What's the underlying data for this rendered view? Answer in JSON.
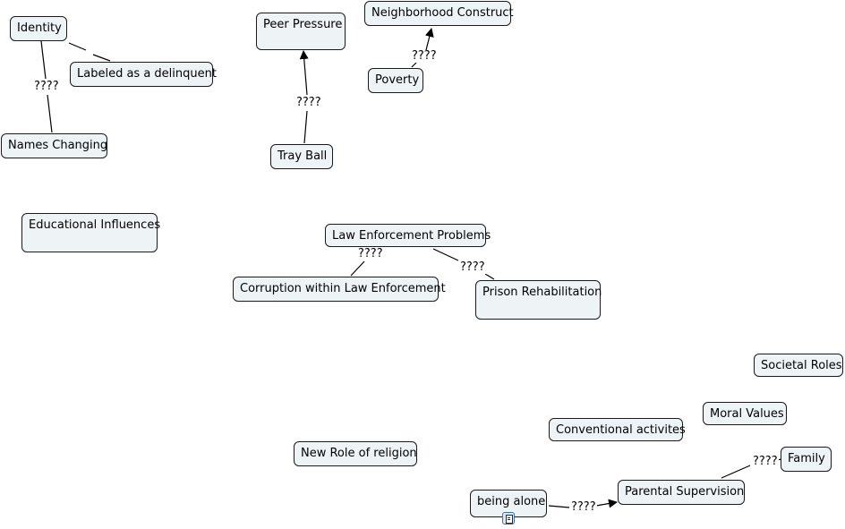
{
  "concepts": {
    "identity": "Identity",
    "labeled_delinquent": "Labeled as a delinquent",
    "names_changing": "Names Changing",
    "peer_pressure": "Peer Pressure",
    "tray_ball": "Tray Ball",
    "neighborhood_construct": "Neighborhood Construct",
    "poverty": "Poverty",
    "educational_influences": "Educational Influences",
    "law_enforcement_problems": "Law Enforcement Problems",
    "corruption": "Corruption within Law Enforcement",
    "prison_rehabilitation": "Prison Rehabilitation",
    "societal_roles": "Societal Roles",
    "moral_values": "Moral Values",
    "conventional_activites": "Conventional activites",
    "new_role_religion": "New Role of religion",
    "family": "Family",
    "parental_supervision": "Parental Supervision",
    "being_alone": "being alone"
  },
  "link_labels": {
    "identity_names": "????",
    "tray_peer": "????",
    "poverty_neighborhood": "????",
    "law_corruption": "????",
    "law_prison": "????",
    "parental_family": "????",
    "alone_parental": "????"
  },
  "icons": {
    "being_alone_resource": "document-resource-icon"
  }
}
